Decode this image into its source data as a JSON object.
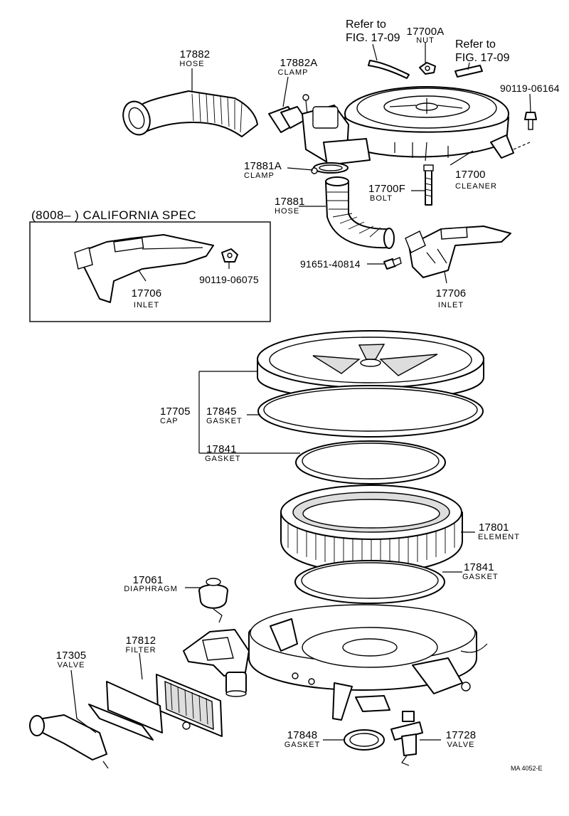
{
  "header": {
    "california_spec": "(8008–      ) CALIFORNIA SPEC"
  },
  "refs": {
    "ref1_line1": "Refer to",
    "ref1_line2": "FIG. 17-09",
    "ref2_line1": "Refer to",
    "ref2_line2": "FIG. 17-09"
  },
  "parts": {
    "p17882": {
      "num": "17882",
      "name": "HOSE"
    },
    "p17882A": {
      "num": "17882A",
      "name": "CLAMP"
    },
    "p17700A": {
      "num": "17700A",
      "name": "NUT"
    },
    "p9011906164": {
      "num": "90119-06164"
    },
    "p17881A": {
      "num": "17881A",
      "name": "CLAMP"
    },
    "p17700F": {
      "num": "17700F",
      "name": "BOLT"
    },
    "p17700": {
      "num": "17700",
      "name": "CLEANER"
    },
    "p17881": {
      "num": "17881",
      "name": "HOSE"
    },
    "p9165140814": {
      "num": "91651-40814"
    },
    "p17706a": {
      "num": "17706",
      "name": "INLET"
    },
    "p9011906075": {
      "num": "90119-06075"
    },
    "p17706b": {
      "num": "17706",
      "name": "INLET"
    },
    "p17705": {
      "num": "17705",
      "name": "CAP"
    },
    "p17845": {
      "num": "17845",
      "name": "GASKET"
    },
    "p17841a": {
      "num": "17841",
      "name": "GASKET"
    },
    "p17801": {
      "num": "17801",
      "name": "ELEMENT"
    },
    "p17841b": {
      "num": "17841",
      "name": "GASKET"
    },
    "p17061": {
      "num": "17061",
      "name": "DIAPHRAGM"
    },
    "p17812": {
      "num": "17812",
      "name": "FILTER"
    },
    "p17305": {
      "num": "17305",
      "name": "VALVE"
    },
    "p17848": {
      "num": "17848",
      "name": "GASKET"
    },
    "p17728": {
      "num": "17728",
      "name": "VALVE"
    }
  },
  "footer": {
    "code": "MA 4052-E"
  }
}
